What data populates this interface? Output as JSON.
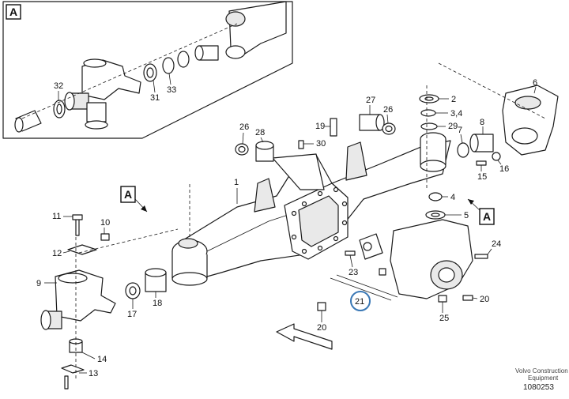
{
  "diagram": {
    "callouts": [
      "A",
      "A",
      "A"
    ],
    "part_numbers": [
      "1",
      "2",
      "3,4",
      "4",
      "5",
      "6",
      "7",
      "8",
      "9",
      "10",
      "11",
      "12",
      "13",
      "14",
      "15",
      "16",
      "17",
      "18",
      "19",
      "20",
      "20",
      "21",
      "23",
      "24",
      "25",
      "26",
      "26",
      "27",
      "28",
      "29",
      "30",
      "31",
      "32",
      "33"
    ],
    "highlight_part": "21",
    "watermark_line1": "Volvo Construction",
    "watermark_line2": "Equipment",
    "drawing_id": "1080253"
  },
  "colors": {
    "line": "#1a1a1a",
    "highlight": "#3a78b5",
    "background": "#ffffff"
  }
}
